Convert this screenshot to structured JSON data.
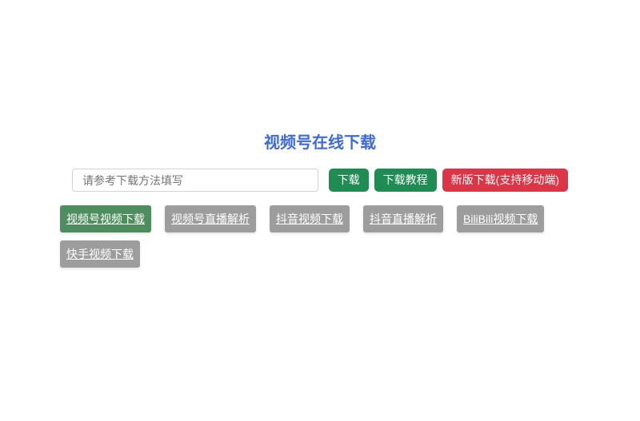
{
  "page": {
    "title": "视频号在线下载"
  },
  "colors": {
    "title_blue": "#3e6ae1",
    "button_green": "#1e8c53",
    "button_red": "#dc3545",
    "tab_active_green": "#4e8e5e",
    "tab_inactive_gray": "#9d9d9d"
  },
  "download_form": {
    "input_value": "",
    "input_placeholder": "请参考下载方法填写",
    "buttons": [
      {
        "label": "下载",
        "style": "green"
      },
      {
        "label": "下载教程",
        "style": "green"
      },
      {
        "label": "新版下载(支持移动端)",
        "style": "red"
      }
    ]
  },
  "tabs": [
    {
      "label": "视频号视频下载",
      "active": true
    },
    {
      "label": "视频号直播解析",
      "active": false
    },
    {
      "label": "抖音视频下载",
      "active": false
    },
    {
      "label": "抖音直播解析",
      "active": false
    },
    {
      "label": "BiliBili视频下载",
      "active": false
    },
    {
      "label": "快手视频下载",
      "active": false
    }
  ]
}
